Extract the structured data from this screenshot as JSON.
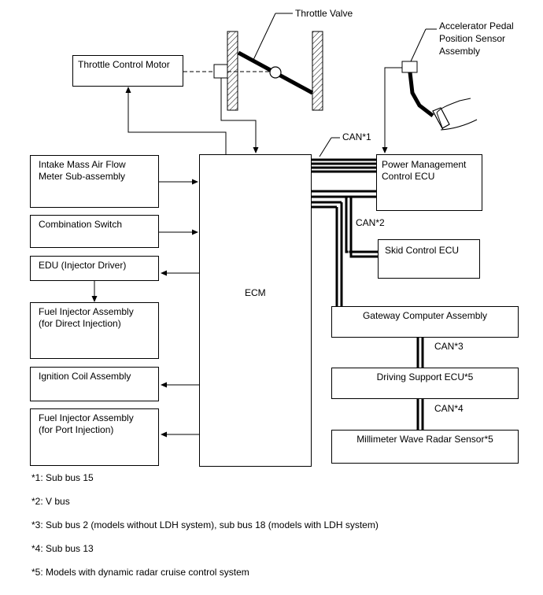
{
  "labels": {
    "throttle_valve": "Throttle Valve",
    "accel_sensor": "Accelerator Pedal\nPosition Sensor\nAssembly",
    "can1": "CAN*1",
    "can2": "CAN*2",
    "can3": "CAN*3",
    "can4": "CAN*4"
  },
  "boxes": {
    "throttle_motor": "Throttle Control Motor",
    "maf": "Intake Mass Air Flow\nMeter Sub-assembly",
    "combination_switch": "Combination Switch",
    "edu": "EDU (Injector Driver)",
    "injector_direct": "Fuel Injector Assembly\n(for Direct Injection)",
    "ignition_coil": "Ignition Coil Assembly",
    "injector_port": "Fuel Injector Assembly\n(for Port Injection)",
    "ecm": "ECM",
    "pm_ecu": "Power Management\nControl ECU",
    "skid_ecu": "Skid Control ECU",
    "gateway": "Gateway Computer Assembly",
    "driving_support": "Driving Support ECU*5",
    "radar": "Millimeter Wave Radar Sensor*5"
  },
  "notes": [
    "*1: Sub bus 15",
    "*2: V bus",
    "*3: Sub bus 2 (models without LDH system), sub bus 18 (models with LDH system)",
    "*4: Sub bus 13",
    "*5: Models with dynamic radar cruise control system"
  ]
}
